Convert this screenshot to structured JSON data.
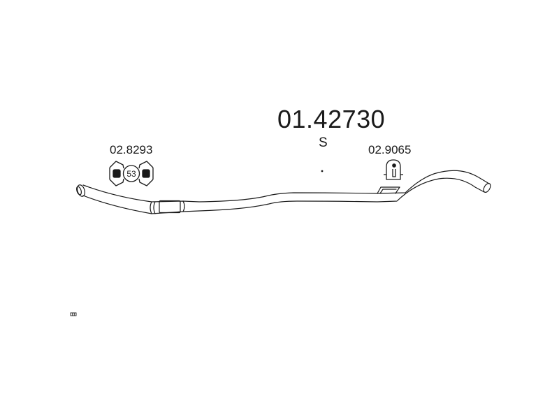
{
  "diagram": {
    "main_part": {
      "number": "01.42730",
      "suffix": "S"
    },
    "clamp": {
      "part_number": "02.8293",
      "diameter_label": "53",
      "icon": "exhaust-clamp-icon"
    },
    "hanger": {
      "part_number": "02.9065",
      "icon": "rubber-hanger-icon"
    },
    "pipe": {
      "icon": "exhaust-pipe-icon"
    },
    "corner_mark": {
      "icon": "small-box-mark-icon"
    },
    "colors": {
      "line": "#1a1a1a",
      "background": "#ffffff"
    }
  }
}
